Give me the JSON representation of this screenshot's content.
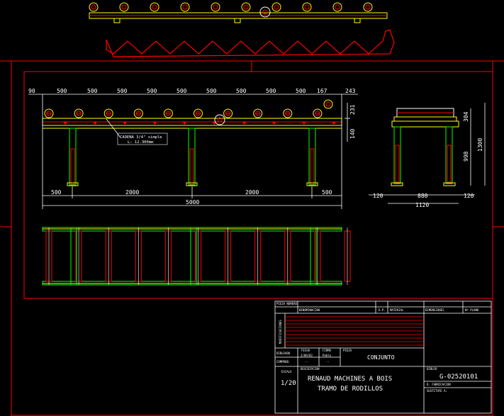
{
  "drawing": {
    "dimensions_top": [
      "90",
      "500",
      "500",
      "500",
      "500",
      "500",
      "500",
      "500",
      "500",
      "500",
      "167",
      "243"
    ],
    "dimensions_right": [
      "231",
      "140"
    ],
    "dimensions_bottom": [
      "500",
      "2000",
      "2000",
      "500"
    ],
    "dimension_total": "5000",
    "chain_note_line1": "CADENA 3/4\" simple",
    "chain_note_line2": "L: 12.300mm",
    "side_dims_width": [
      "120",
      "880",
      "120"
    ],
    "side_dim_total": "1120",
    "side_dims_height": [
      "304",
      "998",
      "1300"
    ]
  },
  "title_block": {
    "header_cells": [
      "PIEZA NUMERO",
      "DENOMINACION",
      "E.P.",
      "MATERIAL",
      "DIMENSIONES",
      "Nº PLANO"
    ],
    "side_label": "MODIFICACIONES",
    "dibujado_label": "DIBUJADO",
    "comprob_label": "COMPROB.",
    "fecha_label": "FECHA",
    "fecha_value": "2/09/02",
    "firma_label": "FIRMA",
    "firma_value": "Pablo",
    "dash1": "--",
    "dash2": "--",
    "pieza_label": "PIEZA",
    "pieza_value": "CONJUNTO",
    "escala_label": "ESCALA",
    "escala_value": "1/20",
    "descripcion_label": "DESCRIPCION",
    "title_line1": "RENAUD MACHINES A BOIS",
    "title_line2": "TRAMO DE RODILLOS",
    "dibujo_label": "DIBUJO",
    "plan_number": "G-02520101",
    "fabricacion_label": "O. FABRICACION",
    "sustituye_label": "SUSTITUYE A:"
  }
}
